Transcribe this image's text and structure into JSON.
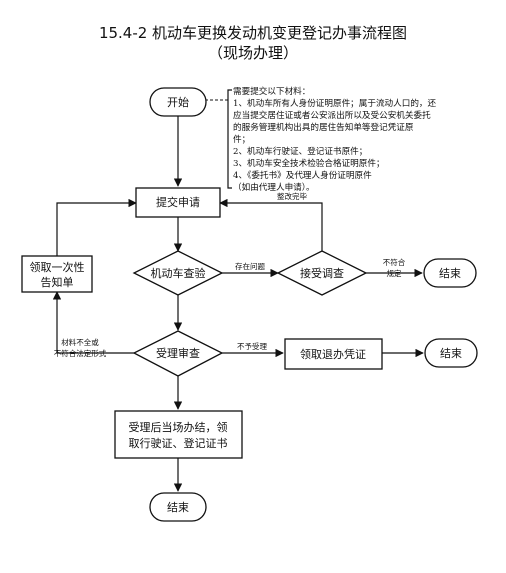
{
  "title": {
    "line1": "15.4-2   机动车更换发动机变更登记办事流程图",
    "line2": "（现场办理）"
  },
  "nodes": {
    "start": "开始",
    "submit": "提交申请",
    "inspect": "机动车查验",
    "investigate": "接受调查",
    "end1": "结束",
    "review": "受理审查",
    "refund": "领取退办凭证",
    "end2": "结束",
    "notify": [
      "领取一次性",
      "告知单"
    ],
    "complete": [
      "受理后当场办结，领",
      "取行驶证、登记证书"
    ],
    "end3": "结束"
  },
  "edges": {
    "has_problem": "存在问题",
    "rectified": "整改完毕",
    "not_compliant": [
      "不符合",
      "规定"
    ],
    "not_accepted": "不予受理",
    "incomplete": [
      "材料不全或",
      "不符合法定形式"
    ]
  },
  "materials_note": [
    "需要提交以下材料：",
    "   1、机动车所有人身份证明原件；属于流动人口的，还",
    "应当提交居住证或者公安派出所以及受公安机关委托",
    "的服务管理机构出具的居住告知单等登记凭证原",
    "件；",
    "   2、机动车行驶证、登记证书原件；",
    "   3、机动车安全技术检验合格证明原件；",
    "   4、《委托书》及代理人身份证明原件",
    "（如由代理人申请）。"
  ]
}
